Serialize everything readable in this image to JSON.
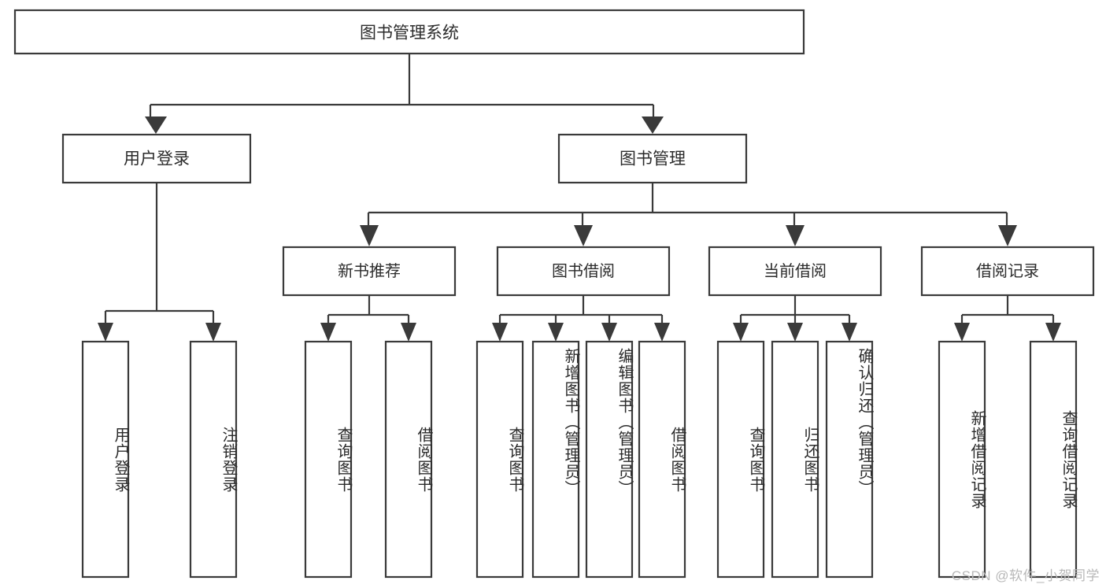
{
  "diagram": {
    "type": "tree-hierarchy",
    "title": "图书管理系统",
    "watermark": "CSDN @软件_小贺同学",
    "colors": {
      "stroke": "#3a3a3a",
      "fill": "#ffffff",
      "text": "#2b2b2b",
      "watermark": "#b8b8b8"
    },
    "root": {
      "label": "图书管理系统"
    },
    "level1": [
      {
        "id": "user-login",
        "label": "用户登录"
      },
      {
        "id": "book-management",
        "label": "图书管理"
      }
    ],
    "level2": [
      {
        "id": "new-book-recommend",
        "label": "新书推荐",
        "parent": "book-management"
      },
      {
        "id": "book-borrow",
        "label": "图书借阅",
        "parent": "book-management"
      },
      {
        "id": "current-borrow",
        "label": "当前借阅",
        "parent": "book-management"
      },
      {
        "id": "borrow-record",
        "label": "借阅记录",
        "parent": "book-management"
      }
    ],
    "leaves": {
      "user-login": [
        {
          "id": "leaf-user-login",
          "label": "用户登录"
        },
        {
          "id": "leaf-user-logout",
          "label": "注销登录"
        }
      ],
      "new-book-recommend": [
        {
          "id": "leaf-query-book-1",
          "label": "查询图书"
        },
        {
          "id": "leaf-borrow-book-1",
          "label": "借阅图书"
        }
      ],
      "book-borrow": [
        {
          "id": "leaf-query-book-2",
          "label": "查询图书"
        },
        {
          "id": "leaf-add-book",
          "label": "新增图书（管理员）"
        },
        {
          "id": "leaf-edit-book",
          "label": "编辑图书（管理员）"
        },
        {
          "id": "leaf-borrow-book-2",
          "label": "借阅图书"
        }
      ],
      "current-borrow": [
        {
          "id": "leaf-query-book-3",
          "label": "查询图书"
        },
        {
          "id": "leaf-return-book",
          "label": "归还图书"
        },
        {
          "id": "leaf-confirm-return",
          "label": "确认归还（管理员）"
        }
      ],
      "borrow-record": [
        {
          "id": "leaf-add-record",
          "label": "新增借阅记录"
        },
        {
          "id": "leaf-query-record",
          "label": "查询借阅记录"
        }
      ]
    }
  }
}
